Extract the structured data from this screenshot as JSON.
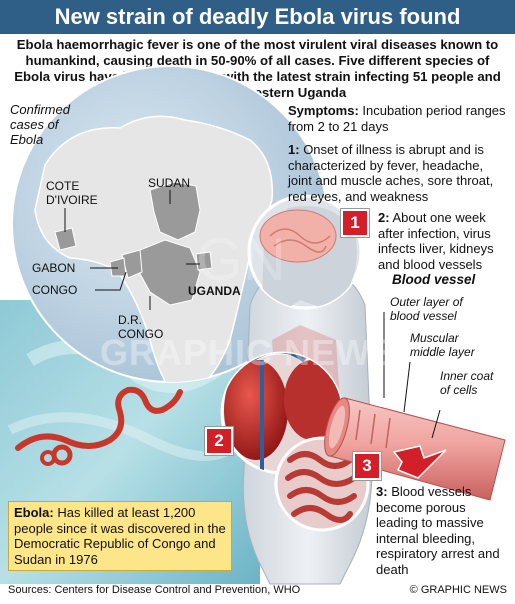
{
  "title": "New strain of deadly Ebola virus found",
  "intro": "Ebola haemorrhagic fever is one of the most virulent viral diseases known to humankind, causing death in 50-90% of all cases. Five different species of Ebola virus have been identified, with the latest strain infecting 51 people and killing 16 in western Uganda",
  "map": {
    "caption": [
      "Confirmed",
      "cases of",
      "Ebola"
    ],
    "countries": {
      "cote_divoire": [
        "COTE",
        "D'IVOIRE"
      ],
      "sudan": "SUDAN",
      "gabon": "GABON",
      "congo": "CONGO",
      "uganda": "UGANDA",
      "drc": [
        "D.R.",
        "CONGO"
      ]
    }
  },
  "symptoms": {
    "heading": "Symptoms:",
    "incubation": "Incubation period ranges from 2 to 21 days",
    "stage1_num": "1:",
    "stage1": "Onset of illness is abrupt and is characterized by fever, headache, joint and muscle aches, sore throat, red eyes, and weakness",
    "stage2_num": "2:",
    "stage2": "About one week after infection, virus infects liver, kidneys and blood vessels",
    "stage3_num": "3:",
    "stage3": "Blood vessels become porous leading to massive internal bleeding, respiratory arrest and death"
  },
  "vessel": {
    "heading": "Blood vessel",
    "outer": [
      "Outer layer of",
      "blood vessel"
    ],
    "middle": [
      "Muscular",
      "middle layer"
    ],
    "inner": [
      "Inner coat",
      "of cells"
    ]
  },
  "badges": [
    "1",
    "2",
    "3"
  ],
  "ebola_box": {
    "label": "Ebola:",
    "text": "Has killed at least 1,200 people since it was discovered in the Democratic Republic of Congo and Sudan in 1976"
  },
  "footer": {
    "sources": "Sources: Centers for Disease Control and Prevention, WHO",
    "credit": "© GRAPHIC NEWS"
  },
  "watermark": "GRAPHIC NEWS",
  "colors": {
    "banner": "#2f5f86",
    "badge": "#d32028",
    "ebola_box": "#fde58a",
    "globe": "#c8d9e6",
    "land": "#e6e6e6",
    "country": "#9a9a9a"
  }
}
